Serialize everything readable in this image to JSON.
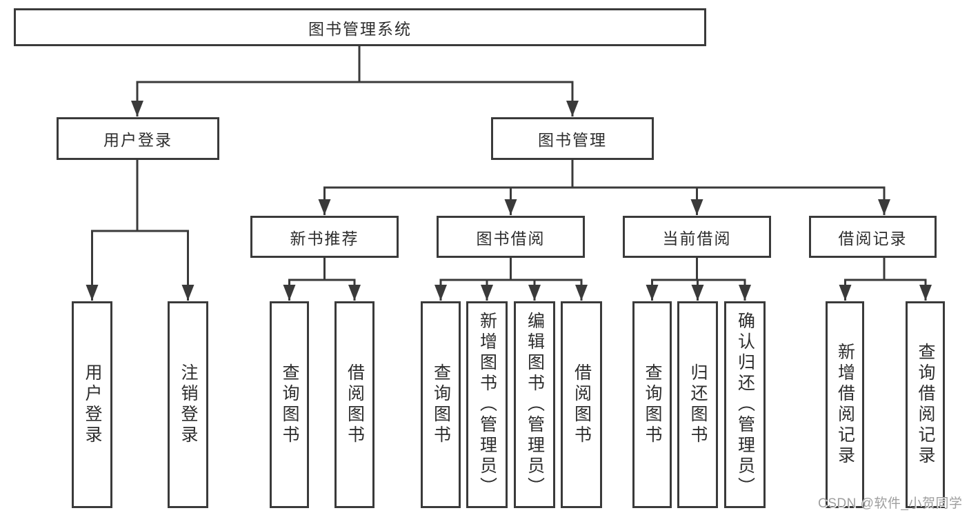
{
  "tree": {
    "root": "图书管理系统",
    "branches": [
      {
        "label": "用户登录",
        "children": [
          "用户登录",
          "注销登录"
        ]
      },
      {
        "label": "图书管理",
        "groups": [
          {
            "label": "新书推荐",
            "children": [
              "查询图书",
              "借阅图书"
            ]
          },
          {
            "label": "图书借阅",
            "children": [
              "查询图书",
              "新增图书（管理员）",
              "编辑图书（管理员）",
              "借阅图书"
            ]
          },
          {
            "label": "当前借阅",
            "children": [
              "查询图书",
              "归还图书",
              "确认归还（管理员）"
            ]
          },
          {
            "label": "借阅记录",
            "children": [
              "新增借阅记录",
              "查询借阅记录"
            ]
          }
        ]
      }
    ]
  },
  "watermark": "CSDN @软件_小贺同学",
  "colors": {
    "line": "#3a3a3a",
    "text": "#2d2d2d",
    "watermark": "#9e9e9e",
    "background": "#ffffff"
  }
}
